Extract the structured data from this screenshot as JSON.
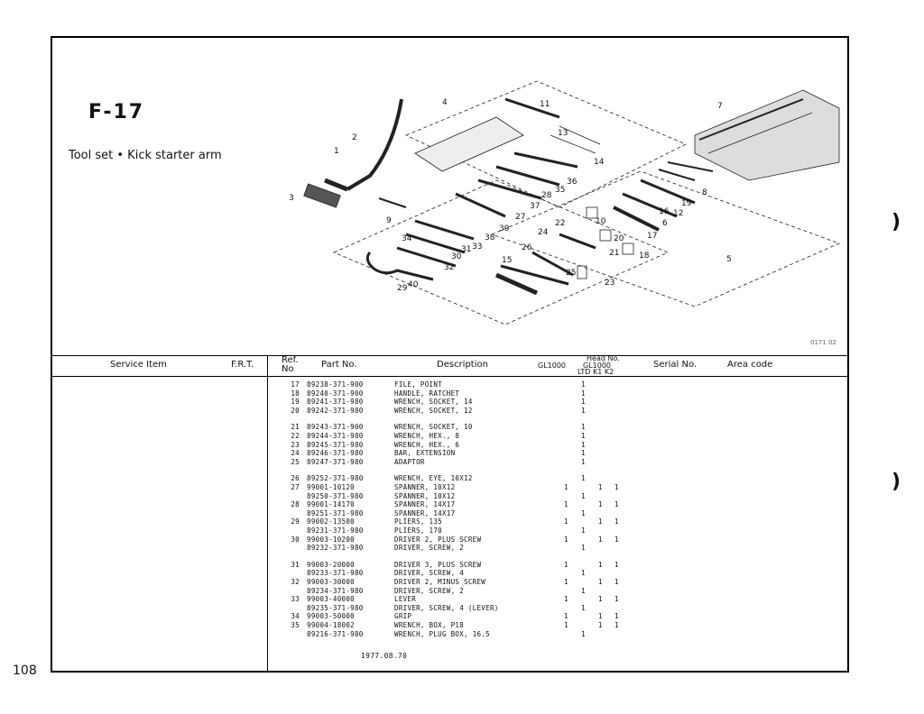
{
  "page": {
    "number": "108",
    "side_marks": [
      ")",
      ")"
    ]
  },
  "figure": {
    "title": "F-17",
    "subtitle": "Tool set • Kick starter arm",
    "code": "0171 02",
    "callouts": [
      "1",
      "2",
      "3",
      "4",
      "5",
      "6",
      "7",
      "8",
      "9",
      "10",
      "11",
      "12",
      "13",
      "14",
      "15",
      "16",
      "17",
      "18",
      "19",
      "20",
      "21",
      "22",
      "23",
      "24",
      "25",
      "26",
      "27",
      "28",
      "29",
      "30",
      "31",
      "32",
      "33",
      "34",
      "35",
      "36",
      "37",
      "38",
      "39",
      "40"
    ]
  },
  "table": {
    "headers": {
      "service_item": "Service Item",
      "frt": "F.R.T.",
      "ref_no": "Ref.\nNo",
      "part_no": "Part No.",
      "description": "Description",
      "head_no": "Head No.",
      "gl1000_a": "GL1000",
      "gl1000_b": "GL1000",
      "ltd": "LTD K1 K2",
      "serial_no": "Serial No.",
      "area_code": "Area code"
    },
    "groups": [
      [
        {
          "ref": "17",
          "part": "89238-371-900",
          "desc": "FILE, POINT",
          "q1": "",
          "q2": "1",
          "q3": "",
          "q4": ""
        },
        {
          "ref": "18",
          "part": "89240-371-900",
          "desc": "HANDLE, RATCHET",
          "q1": "",
          "q2": "1",
          "q3": "",
          "q4": ""
        },
        {
          "ref": "19",
          "part": "89241-371-980",
          "desc": "WRENCH, SOCKET, 14",
          "q1": "",
          "q2": "1",
          "q3": "",
          "q4": ""
        },
        {
          "ref": "20",
          "part": "89242-371-980",
          "desc": "WRENCH, SOCKET, 12",
          "q1": "",
          "q2": "1",
          "q3": "",
          "q4": ""
        }
      ],
      [
        {
          "ref": "21",
          "part": "89243-371-900",
          "desc": "WRENCH, SOCKET, 10",
          "q1": "",
          "q2": "1",
          "q3": "",
          "q4": ""
        },
        {
          "ref": "22",
          "part": "89244-371-980",
          "desc": "WRENCH, HEX., 8",
          "q1": "",
          "q2": "1",
          "q3": "",
          "q4": ""
        },
        {
          "ref": "23",
          "part": "89245-371-980",
          "desc": "WRENCH, HEX., 6",
          "q1": "",
          "q2": "1",
          "q3": "",
          "q4": ""
        },
        {
          "ref": "24",
          "part": "89246-371-980",
          "desc": "BAR, EXTENSION",
          "q1": "",
          "q2": "1",
          "q3": "",
          "q4": ""
        },
        {
          "ref": "25",
          "part": "89247-371-980",
          "desc": "ADAPTOR",
          "q1": "",
          "q2": "1",
          "q3": "",
          "q4": ""
        }
      ],
      [
        {
          "ref": "26",
          "part": "89252-371-980",
          "desc": "WRENCH, EYE, 10X12",
          "q1": "",
          "q2": "1",
          "q3": "",
          "q4": ""
        },
        {
          "ref": "27",
          "part": "99001-10120",
          "desc": "SPANNER, 10X12",
          "q1": "1",
          "q2": "",
          "q3": "1",
          "q4": "1"
        },
        {
          "ref": "",
          "part": "89250-371-980",
          "desc": "SPANNER, 10X12",
          "q1": "",
          "q2": "1",
          "q3": "",
          "q4": ""
        },
        {
          "ref": "28",
          "part": "99001-14170",
          "desc": "SPANNER, 14X17",
          "q1": "1",
          "q2": "",
          "q3": "1",
          "q4": "1"
        },
        {
          "ref": "",
          "part": "89251-371-980",
          "desc": "SPANNER, 14X17",
          "q1": "",
          "q2": "1",
          "q3": "",
          "q4": ""
        },
        {
          "ref": "29",
          "part": "99002-13500",
          "desc": "PLIERS, 135",
          "q1": "1",
          "q2": "",
          "q3": "1",
          "q4": "1"
        },
        {
          "ref": "",
          "part": "89231-371-980",
          "desc": "PLIERS, 170",
          "q1": "",
          "q2": "1",
          "q3": "",
          "q4": ""
        },
        {
          "ref": "30",
          "part": "99003-10200",
          "desc": "DRIVER 2, PLUS SCREW",
          "q1": "1",
          "q2": "",
          "q3": "1",
          "q4": "1"
        },
        {
          "ref": "",
          "part": "89232-371-980",
          "desc": "DRIVER, SCREW, 2",
          "q1": "",
          "q2": "1",
          "q3": "",
          "q4": ""
        }
      ],
      [
        {
          "ref": "31",
          "part": "99003-20000",
          "desc": "DRIVER 3, PLUS SCREW",
          "q1": "1",
          "q2": "",
          "q3": "1",
          "q4": "1"
        },
        {
          "ref": "",
          "part": "89233-371-980",
          "desc": "DRIVER, SCREW, 4",
          "q1": "",
          "q2": "1",
          "q3": "",
          "q4": ""
        },
        {
          "ref": "32",
          "part": "99003-30000",
          "desc": "DRIVER 2, MINUS SCREW",
          "q1": "1",
          "q2": "",
          "q3": "1",
          "q4": "1"
        },
        {
          "ref": "",
          "part": "89234-371-980",
          "desc": "DRIVER, SCREW, 2",
          "q1": "",
          "q2": "1",
          "q3": "",
          "q4": ""
        },
        {
          "ref": "33",
          "part": "99003-40000",
          "desc": "LEVER",
          "q1": "1",
          "q2": "",
          "q3": "1",
          "q4": "1"
        },
        {
          "ref": "",
          "part": "89235-371-980",
          "desc": "DRIVER, SCREW, 4 (LEVER)",
          "q1": "",
          "q2": "1",
          "q3": "",
          "q4": ""
        },
        {
          "ref": "34",
          "part": "99003-50000",
          "desc": "GRIP",
          "q1": "1",
          "q2": "",
          "q3": "1",
          "q4": "1"
        },
        {
          "ref": "35",
          "part": "99004-18002",
          "desc": "WRENCH, BOX, P18",
          "q1": "1",
          "q2": "",
          "q3": "1",
          "q4": "1"
        },
        {
          "ref": "",
          "part": "89216-371-980",
          "desc": "WRENCH, PLUG BOX, 16.5",
          "q1": "",
          "q2": "1",
          "q3": "",
          "q4": ""
        }
      ]
    ],
    "footer_date": "1977.08.70"
  }
}
